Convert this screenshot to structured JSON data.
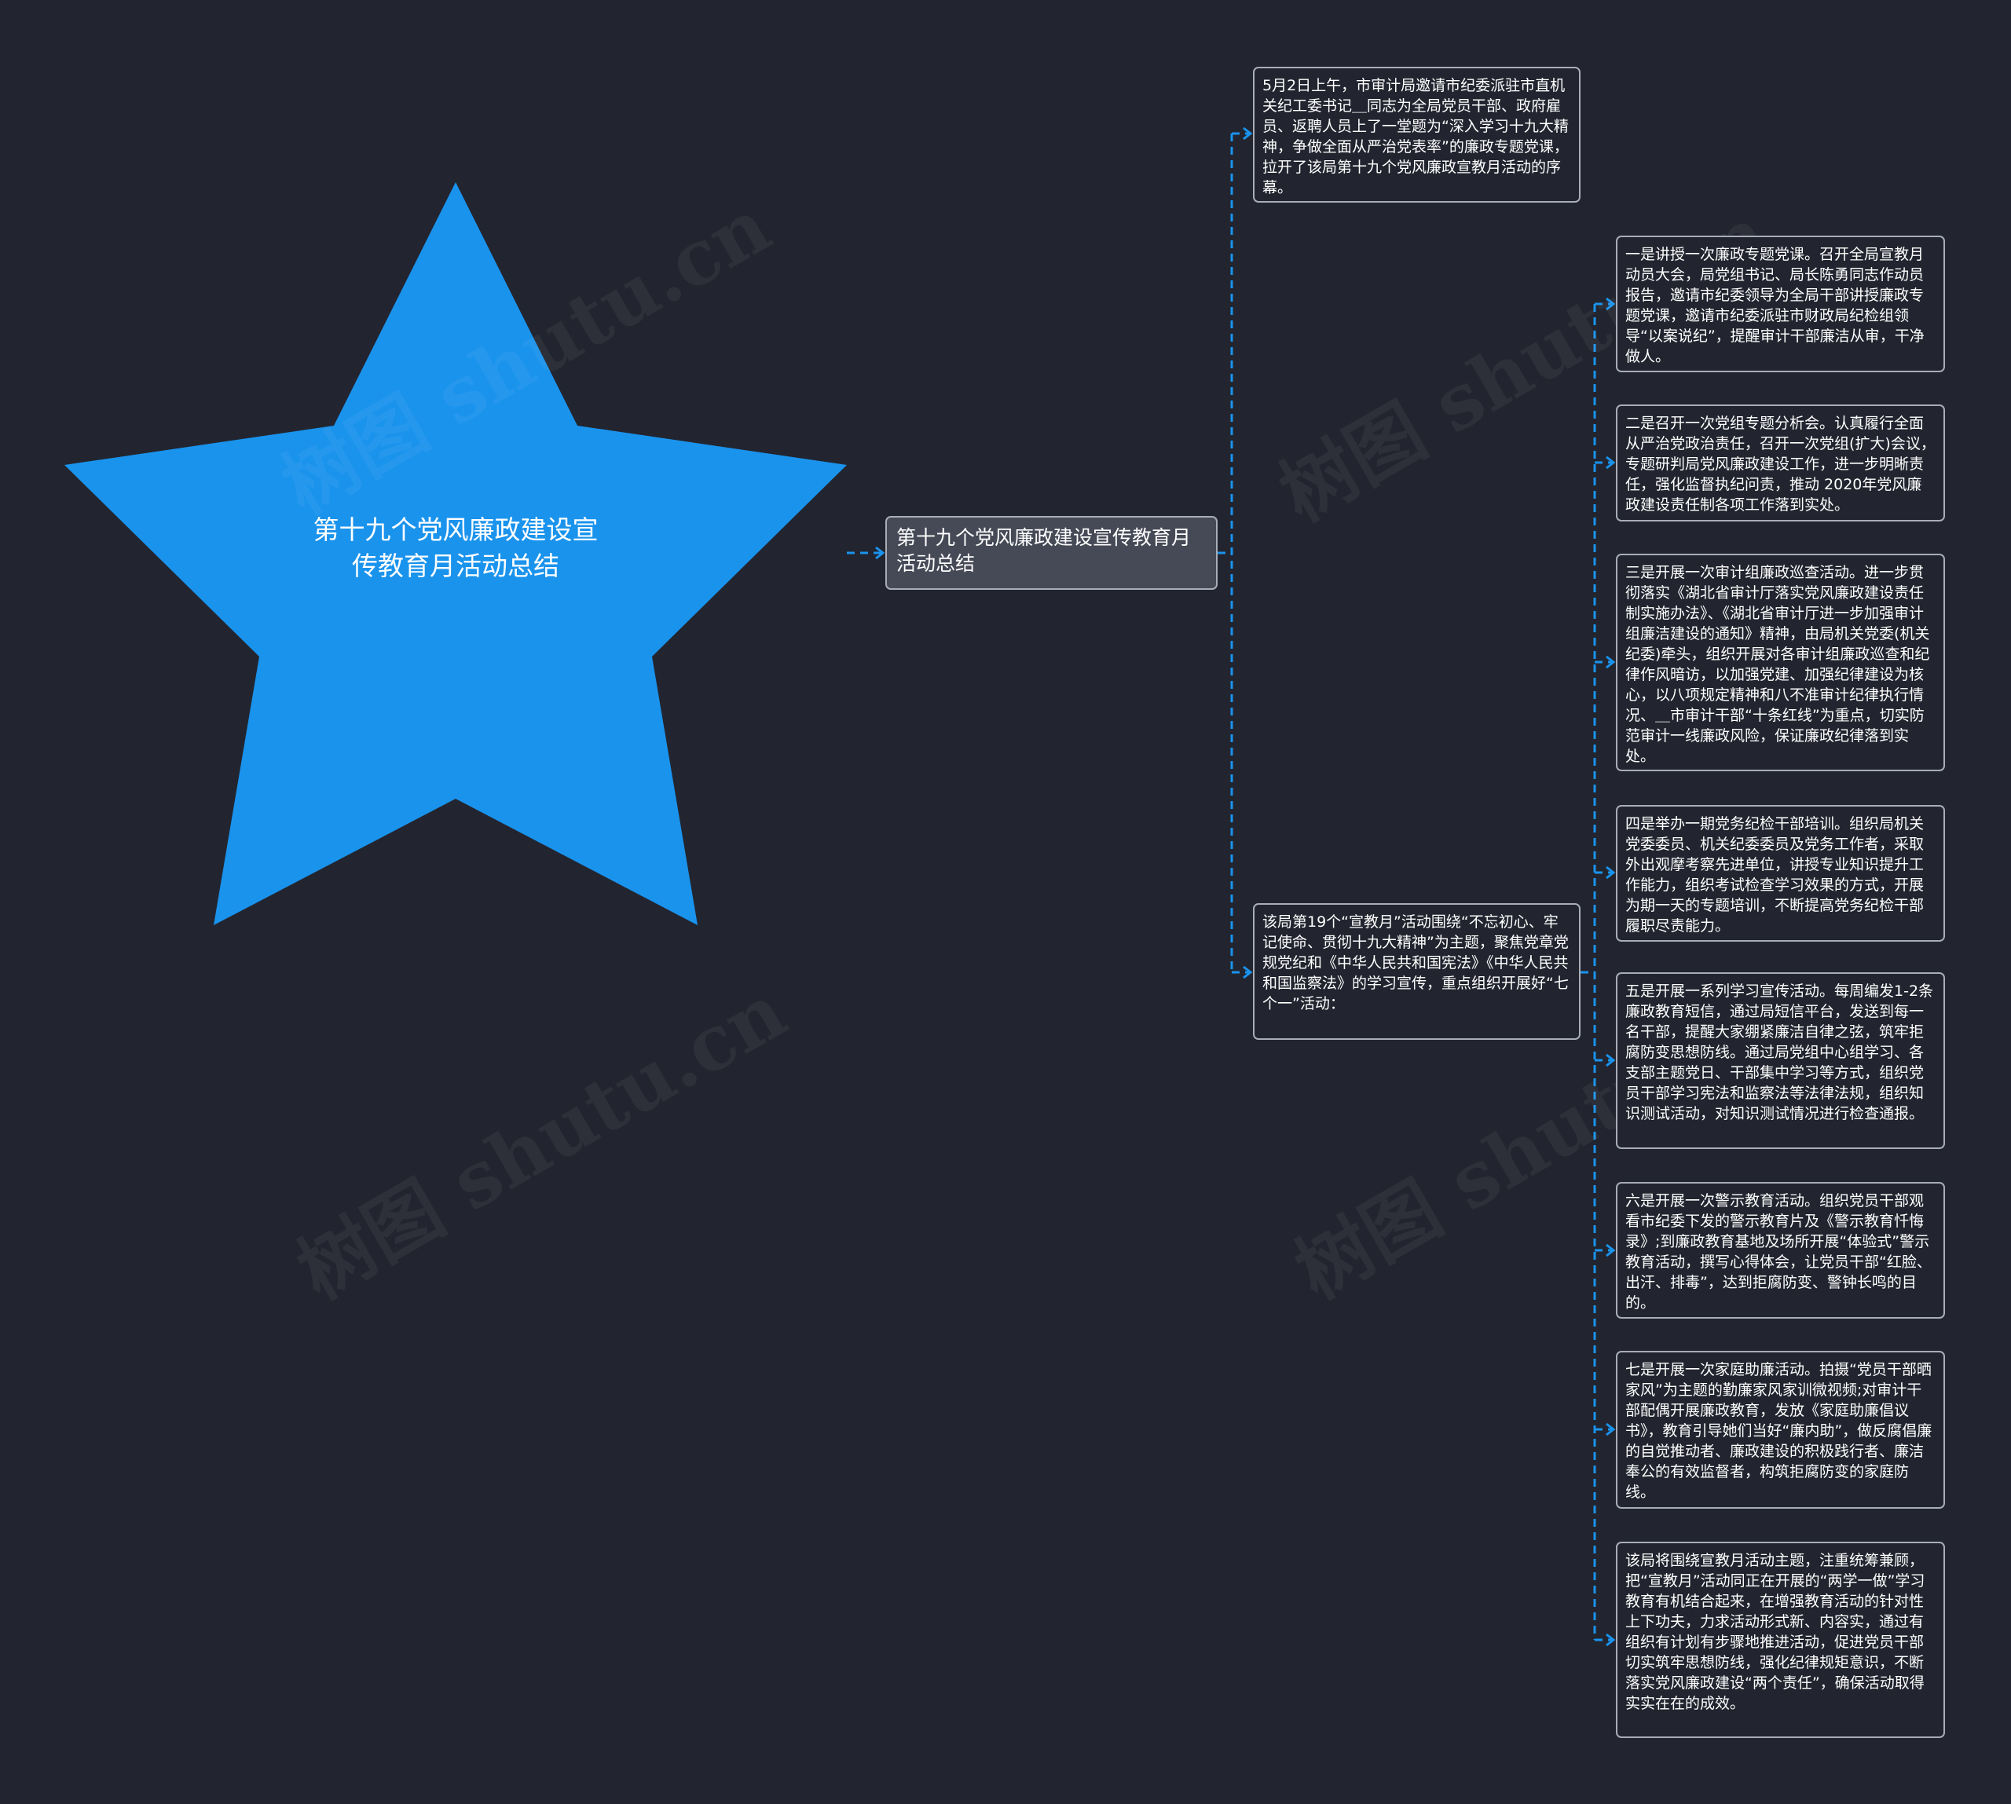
{
  "colors": {
    "background": "#22252f",
    "star": "#1a93ed",
    "connector": "#1a93ed",
    "node_border": "#a9adb8",
    "mid_node_fill": "#464a57"
  },
  "watermark": "树图 shutu.cn",
  "root": {
    "title": "第十九个党风廉政建设宣\n传教育月活动总结",
    "shape": "star"
  },
  "mid": {
    "title": "第十九个党风廉政建设宣传教育月活动总结"
  },
  "branches": [
    {
      "text": "5月2日上午，市审计局邀请市纪委派驻市直机关纪工委书记＿同志为全局党员干部、政府雇员、返聘人员上了一堂题为&ldquo;深入学习十九大精神，争做全面从严治党表率&rdquo;的廉政专题党课，拉开了该局第十九个党风廉政宣教月活动的序幕。"
    },
    {
      "text": "该局第19个&ldquo;宣教月&rdquo;活动围绕&ldquo;不忘初心、牢记使命、贯彻十九大精神&rdquo;为主题，聚焦党章党规党纪和《中华人民共和国宪法》《中华人民共和国监察法》的学习宣传，重点组织开展好&ldquo;七个一&rdquo;活动："
    }
  ],
  "leaves": [
    {
      "text": "一是讲授一次廉政专题党课。召开全局宣教月动员大会，局党组书记、局长陈勇同志作动员报告，邀请市纪委领导为全局干部讲授廉政专题党课，邀请市纪委派驻市财政局纪检组领导&ldquo;以案说纪&rdquo;，提醒审计干部廉洁从审，干净做人。"
    },
    {
      "text": "二是召开一次党组专题分析会。认真履行全面从严治党政治责任，召开一次党组(扩大)会议，专题研判局党风廉政建设工作，进一步明晰责任，强化监督执纪问责，推动 2020年党风廉政建设责任制各项工作落到实处。"
    },
    {
      "text": "三是开展一次审计组廉政巡查活动。进一步贯彻落实《湖北省审计厅落实党风廉政建设责任制实施办法》、《湖北省审计厅进一步加强审计组廉洁建设的通知》精神，由局机关党委(机关纪委)牵头，组织开展对各审计组廉政巡查和纪律作风暗访，以加强党建、加强纪律建设为核心，以八项规定精神和八不准审计纪律执行情况、＿市审计干部&ldquo;十条红线&rdquo;为重点，切实防范审计一线廉政风险，保证廉政纪律落到实处。"
    },
    {
      "text": "四是举办一期党务纪检干部培训。组织局机关党委委员、机关纪委委员及党务工作者，采取外出观摩考察先进单位，讲授专业知识提升工作能力，组织考试检查学习效果的方式，开展为期一天的专题培训，不断提高党务纪检干部履职尽责能力。"
    },
    {
      "text": "五是开展一系列学习宣传活动。每周编发1-2条廉政教育短信，通过局短信平台，发送到每一名干部，提醒大家绷紧廉洁自律之弦，筑牢拒腐防变思想防线。通过局党组中心组学习、各支部主题党日、干部集中学习等方式，组织党员干部学习宪法和监察法等法律法规，组织知识测试活动，对知识测试情况进行检查通报。"
    },
    {
      "text": "六是开展一次警示教育活动。组织党员干部观看市纪委下发的警示教育片及《警示教育忏悔录》;到廉政教育基地及场所开展&ldquo;体验式&rdquo;警示教育活动，撰写心得体会，让党员干部&ldquo;红脸、出汗、排毒&rdquo;，达到拒腐防变、警钟长鸣的目的。"
    },
    {
      "text": "七是开展一次家庭助廉活动。拍摄&ldquo;党员干部晒家风&rdquo;为主题的勤廉家风家训微视频;对审计干部配偶开展廉政教育，发放《家庭助廉倡议书》，教育引导她们当好&ldquo;廉内助&rdquo;，做反腐倡廉的自觉推动者、廉政建设的积极践行者、廉洁奉公的有效监督者，构筑拒腐防变的家庭防线。"
    },
    {
      "text": "该局将围绕宣教月活动主题，注重统筹兼顾，把&ldquo;宣教月&rdquo;活动同正在开展的&ldquo;两学一做&rdquo;学习教育有机结合起来，在增强教育活动的针对性上下功夫，力求活动形式新、内容实，通过有组织有计划有步骤地推进活动，促进党员干部切实筑牢思想防线，强化纪律规矩意识，不断落实党风廉政建设&ldquo;两个责任&rdquo;，确保活动取得实实在在的成效。"
    }
  ]
}
